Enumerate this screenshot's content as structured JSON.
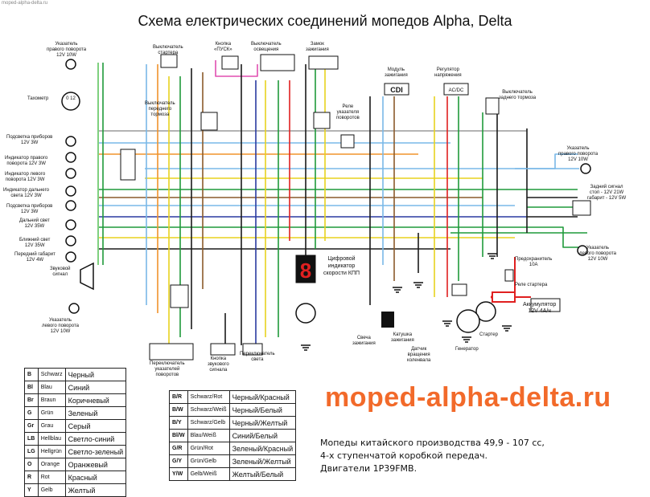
{
  "site_small": "moped-alpha-delta.ru",
  "title": "Схема електрических соединений мопедов Alpha, Delta",
  "watermark": "moped-alpha-delta.ru",
  "footnote": [
    "Мопеды китайского производства 49,9 - 107 сс,",
    "4-х ступенчатой коробкой передач.",
    "Двигатели 1P39FMB."
  ],
  "labels": {
    "turn_fr": "Указатель\nправого поворота\n12V 10W",
    "tacho": "Тахометр",
    "backlight1": "Подсветка приборов\n12V 3W",
    "ind_right": "Индикатор правого\nповорота 12V 3W",
    "ind_left": "Индикатор левого\nповорота 12V 3W",
    "ind_high": "Индикатор дальнего\nсвета 12V 3W",
    "backlight2": "Подсветка приборов\n12V 3W",
    "high_beam": "Дальний свет\n12V 35W",
    "low_beam": "Ближний свет\n12V 35W",
    "front_pos": "Передний габарит\n12V 4W",
    "horn": "Звуковой\nсигнал",
    "turn_fl": "Указатель\nлевого поворота\n12V 10W",
    "starter_sw": "Выключатель\nстартера",
    "start_btn": "Кнопка\n«ПУСК»",
    "light_sw": "Выключатель\nосвещения",
    "ignition_sw": "Замок\nзажигания",
    "front_brake": "Выключатель\nпереднего\nтормоза",
    "relay_turn": "Реле\nуказателя\nповоротов",
    "cdi_module": "Модуль\nзажигания",
    "cdi": "CDI",
    "regulator": "Регулятор\nнапряжения",
    "acdc": "AC/DC",
    "rear_brake": "Выключатель\nзаднего тормоза",
    "turn_rr": "Указатель\nправого поворота\n12V 10W",
    "tail_light": "Задний сигнал\nстоп  - 12V 21W\nгабарит - 12V 5W",
    "turn_rl": "Указатель\nлевого поворота\n12V 10W",
    "gear_ind": "Цифровой\nиндикатор\nскорости КПП",
    "fuse": "Предохранитель\n10A",
    "starter_relay": "Реле стартера",
    "battery": "Аккумулятор\n12V 4А/ч",
    "spark": "Свеча\nзажигания",
    "coil": "Катушка\nзажигания",
    "sensor": "Датчик\nвращения\nколенвала",
    "generator": "Генератор",
    "starter": "Стартер",
    "turn_sw": "Переключатель\nуказателей\nповоротов",
    "horn_btn": "Кнопка\nзвукового\nсигнала",
    "light_switch": "Переключатель\nсвета",
    "tacho_num": "0      12",
    "gear_digit": "8"
  },
  "legend_left": [
    [
      "B",
      "Schwarz",
      "Черный"
    ],
    [
      "Bl",
      "Blau",
      "Синий"
    ],
    [
      "Br",
      "Braun",
      "Коричневый"
    ],
    [
      "G",
      "Grün",
      "Зеленый"
    ],
    [
      "Gr",
      "Grau",
      "Серый"
    ],
    [
      "LB",
      "Hellblau",
      "Светло-синий"
    ],
    [
      "LG",
      "Hellgrün",
      "Светло-зеленый"
    ],
    [
      "O",
      "Orange",
      "Оранжевый"
    ],
    [
      "R",
      "Rot",
      "Красный"
    ],
    [
      "Y",
      "Gelb",
      "Желтый"
    ]
  ],
  "legend_right": [
    [
      "B/R",
      "Schwarz/Rot",
      "Черный/Красный"
    ],
    [
      "B/W",
      "Schwarz/Weiß",
      "Черный/Белый"
    ],
    [
      "B/Y",
      "Schwarz/Gelb",
      "Черный/Желтый"
    ],
    [
      "Bl/W",
      "Blau/Weiß",
      "Синий/Белый"
    ],
    [
      "G/R",
      "Grün/Rot",
      "Зеленый/Красный"
    ],
    [
      "G/Y",
      "Grün/Gelb",
      "Зеленый/Желтый"
    ],
    [
      "Y/W",
      "Gelb/Weiß",
      "Желтый/Белый"
    ]
  ],
  "colors": {
    "wire_black": "#1a1a1a",
    "wire_blue": "#2a3aa0",
    "wire_brown": "#8a5a2b",
    "wire_green": "#1f9a3a",
    "wire_lgreen": "#7fd07f",
    "wire_lblue": "#79b8e8",
    "wire_orange": "#f0932b",
    "wire_red": "#e02020",
    "wire_yellow": "#e8d21e",
    "wire_grey": "#9a9a9a",
    "wire_pink": "#e04fb0",
    "accent": "#f26a2a"
  }
}
